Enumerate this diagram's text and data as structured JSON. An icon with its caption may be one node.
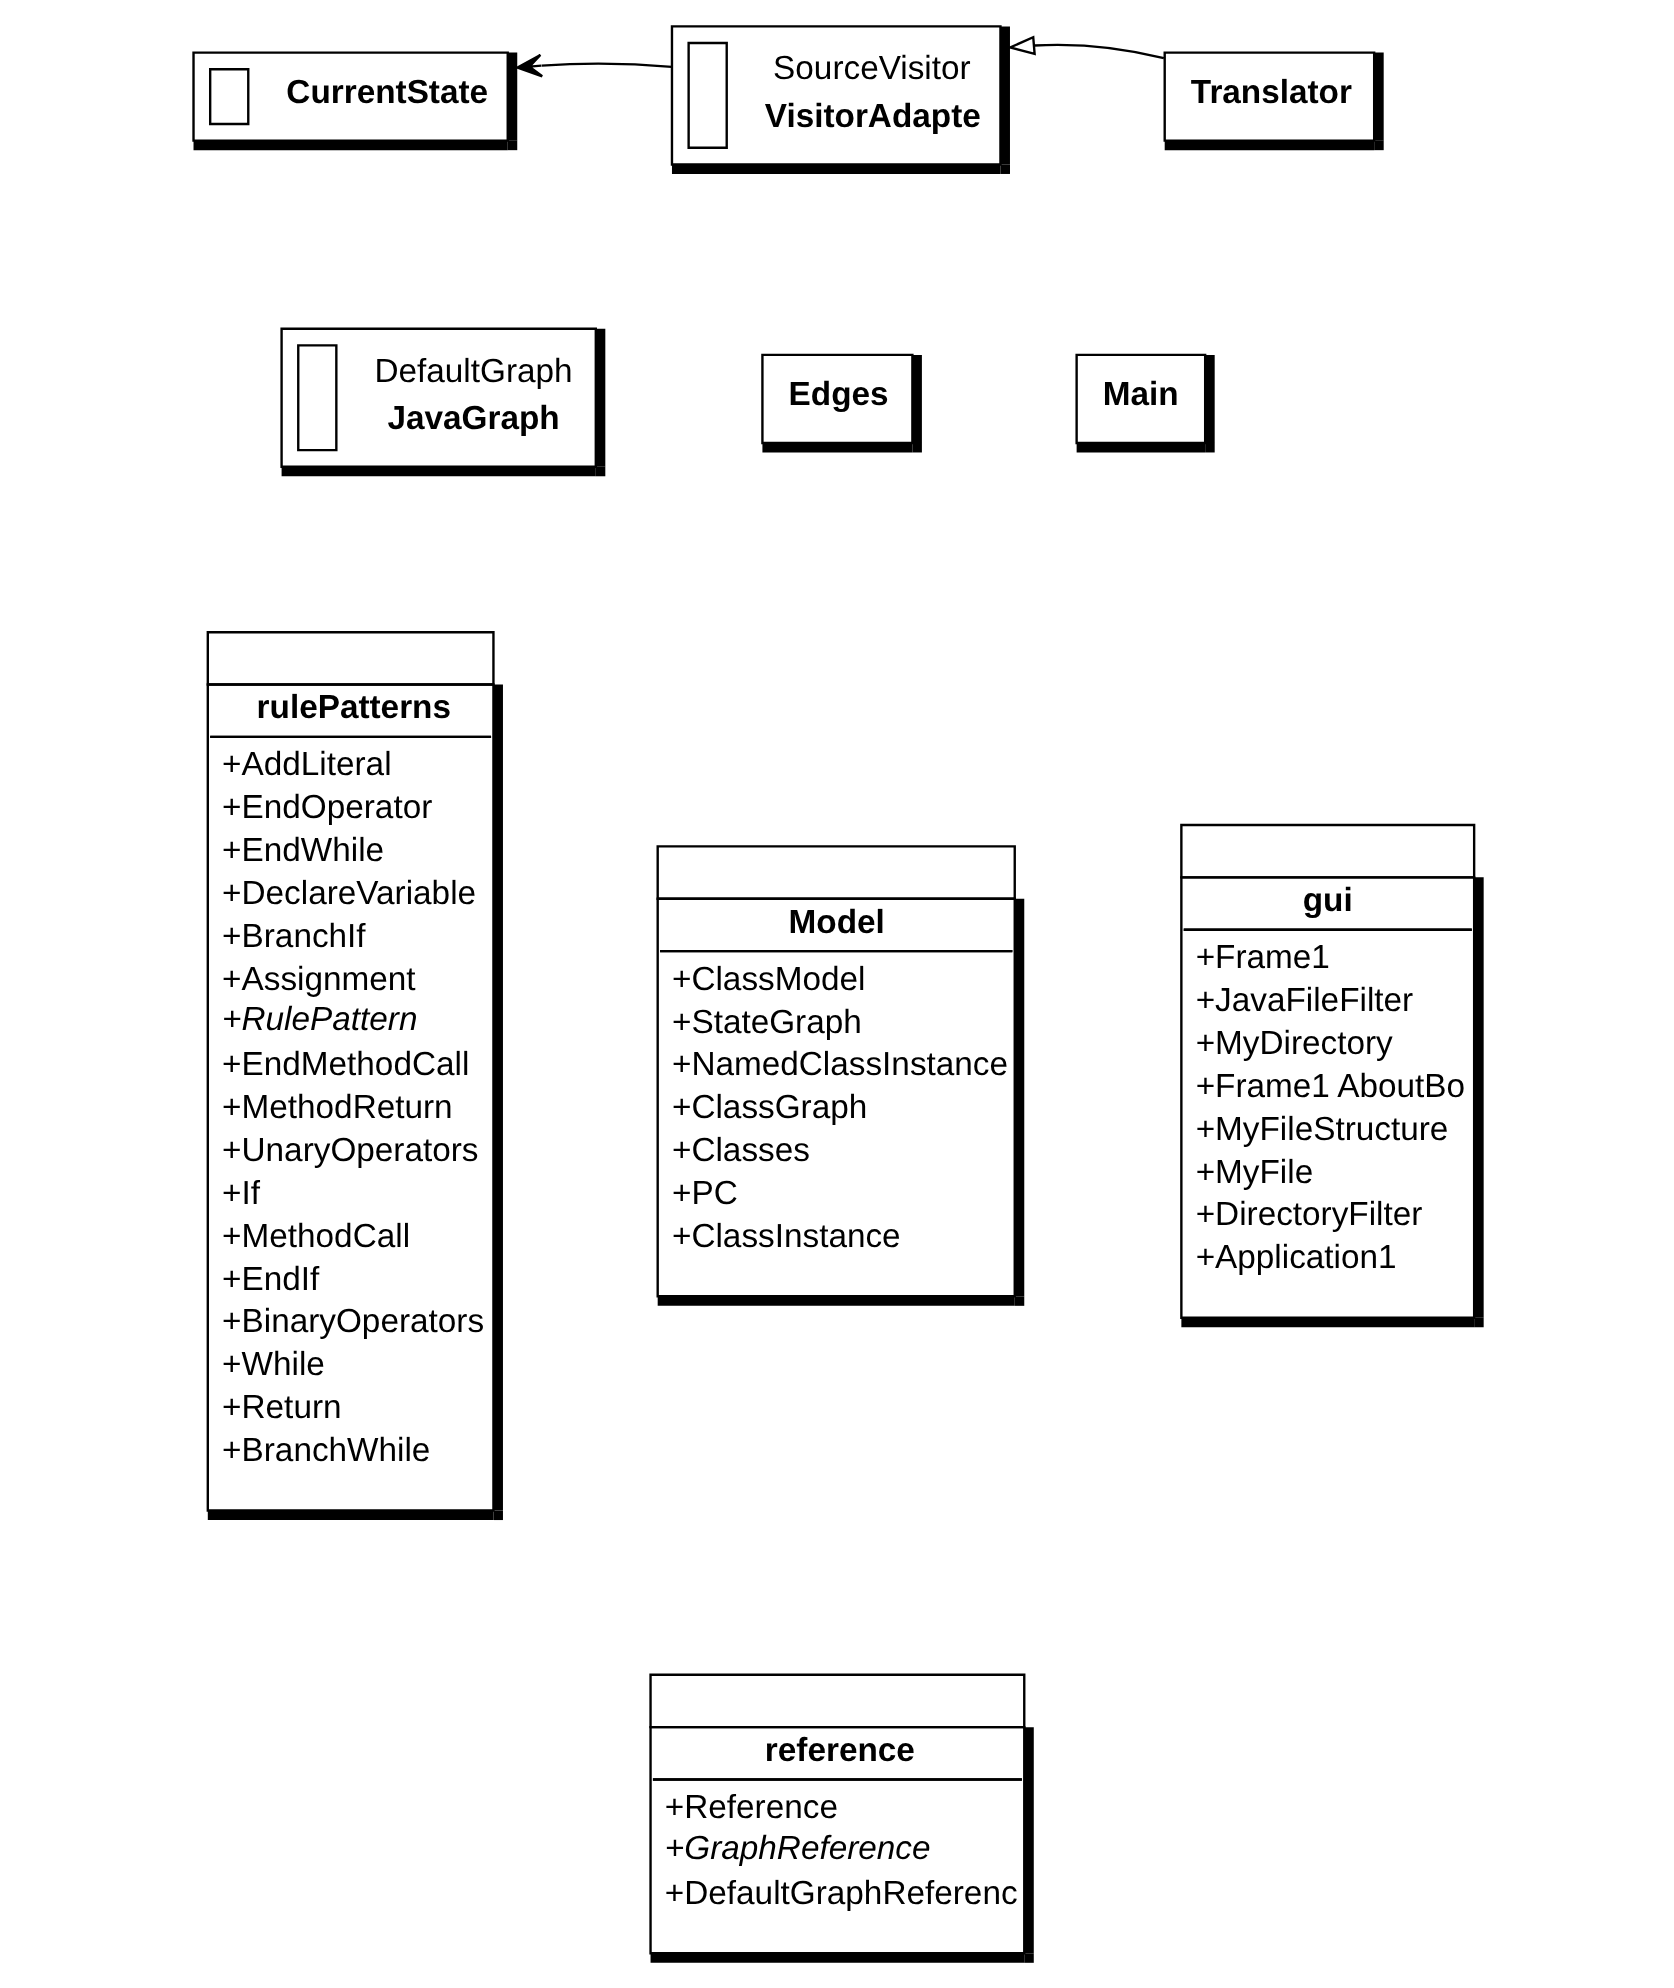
{
  "diagram": {
    "nodes": [
      {
        "text": [
          "CurrentState"
        ]
      },
      {
        "text": [
          "SourceVisitor",
          "VisitorAdapte"
        ]
      },
      {
        "text": [
          "Translator"
        ]
      },
      {
        "text": [
          "DefaultGraph",
          "JavaGraph"
        ]
      },
      {
        "text": [
          "Edges"
        ]
      },
      {
        "text": [
          "Main"
        ]
      },
      {
        "text": [
          "rulePatterns",
          "+AddLiteral",
          "+EndOperator",
          "+EndWhile",
          "+DeclareVariable",
          "+BranchIf",
          "+Assignment",
          "+RulePattern",
          "+EndMethodCall",
          "+MethodReturn",
          "+UnaryOperators",
          "+If",
          "+MethodCall",
          "+EndIf",
          "+BinaryOperators",
          "+While",
          "+Return",
          "+BranchWhile"
        ]
      },
      {
        "text": [
          "Model",
          "+ClassModel",
          "+StateGraph",
          "+NamedClassInstance",
          "+ClassGraph",
          "+Classes",
          "+PC",
          "+ClassInstance"
        ]
      },
      {
        "text": [
          "reference",
          "+Reference",
          "+GraphReference",
          "+DefaultGraphReferenc"
        ]
      },
      {
        "text": [
          "gui",
          "+Frame1",
          "+JavaFileFilter",
          "+MyDirectory",
          "+Frame1 AboutBo",
          "+MyFileStructure",
          "+MyFile",
          "+DirectoryFilter",
          "+Application1"
        ]
      }
    ],
    "edges": [
      {
        "from": 1,
        "to": 0,
        "arrow": "to"
      },
      {
        "from": 2,
        "to": 1,
        "arrow": "to"
      }
    ]
  }
}
